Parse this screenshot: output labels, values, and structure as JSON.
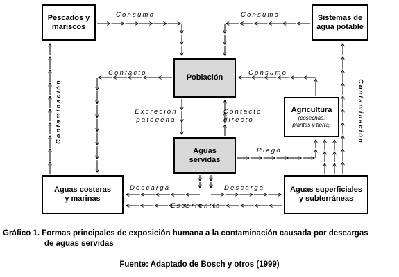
{
  "nodes": {
    "pescados": {
      "line1": "Pescados y",
      "line2": "mariscos"
    },
    "sistemas": {
      "line1": "Sistemas de",
      "line2": "agua potable"
    },
    "poblacion": {
      "line1": "Población"
    },
    "agricultura": {
      "line1": "Agricultura",
      "line2": "(cosechas,",
      "line3": "plantas y tierra)"
    },
    "aguas_servidas": {
      "line1": "Aguas",
      "line2": "servidas"
    },
    "costeras": {
      "line1": "Aguas costeras",
      "line2": "y marinas"
    },
    "superficiales": {
      "line1": "Aguas superficiales",
      "line2": "y subterráneas"
    }
  },
  "edges": {
    "consumo_left": "Consumo",
    "consumo_right": "Consumo",
    "contacto": "Contacto",
    "consumo_agri": "Consumo",
    "excrecion_1": "Excreción",
    "excrecion_2": "patógena",
    "contacto_directo_1": "Contacto",
    "contacto_directo_2": "directo",
    "riego": "Riego",
    "descarga_left": "Descarga",
    "descarga_right": "Descarga",
    "escorrentia": "Escorrentía",
    "contaminacion_left": "Contaminación",
    "contaminacion_right": "Contaminación"
  },
  "caption": {
    "line1": "Gráfico 1. Formas principales de exposición humana a la contaminación causada por descargas",
    "line2": "de aguas servidas"
  },
  "source": "Fuente: Adaptado de Bosch y otros (1999)"
}
